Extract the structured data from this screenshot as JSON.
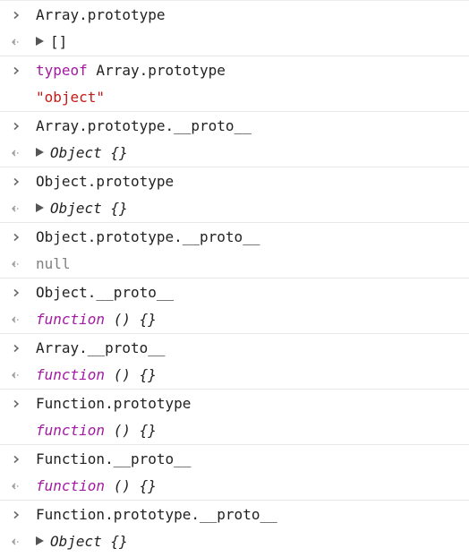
{
  "console": {
    "entries": [
      {
        "input": "Array.prototype",
        "output": {
          "arrow": true,
          "text": "[]"
        }
      },
      {
        "input": {
          "keyword": "typeof",
          "rest": " Array.prototype"
        },
        "output": {
          "string": "\"object\""
        }
      },
      {
        "input": "Array.prototype.__proto__",
        "output": {
          "arrow": true,
          "text": "Object {}"
        }
      },
      {
        "input": "Object.prototype",
        "output": {
          "arrow": true,
          "text": "Object {}"
        }
      },
      {
        "input": "Object.prototype.__proto__",
        "output": {
          "text": "null"
        }
      },
      {
        "input": "Object.__proto__",
        "output": {
          "keyword": "function",
          "rest": " () {}"
        }
      },
      {
        "input": "Array.__proto__",
        "output": {
          "keyword": "function",
          "rest": " () {}"
        }
      },
      {
        "input": "Function.prototype",
        "output": {
          "keyword": "function",
          "rest": " () {}"
        }
      },
      {
        "input": "Function.__proto__",
        "output": {
          "keyword": "function",
          "rest": " () {}"
        }
      },
      {
        "input": "Function.prototype.__proto__",
        "output": {
          "arrow": true,
          "text": "Object {}"
        }
      }
    ]
  },
  "icons": {
    "prompt": "chevron-right-icon",
    "return": "return-arrow-icon",
    "expand": "expand-triangle-icon"
  },
  "colors": {
    "keyword": "#a11aa1",
    "string": "#c41a16",
    "null": "#808080",
    "text": "#222222",
    "divider": "#e8e8e8"
  }
}
